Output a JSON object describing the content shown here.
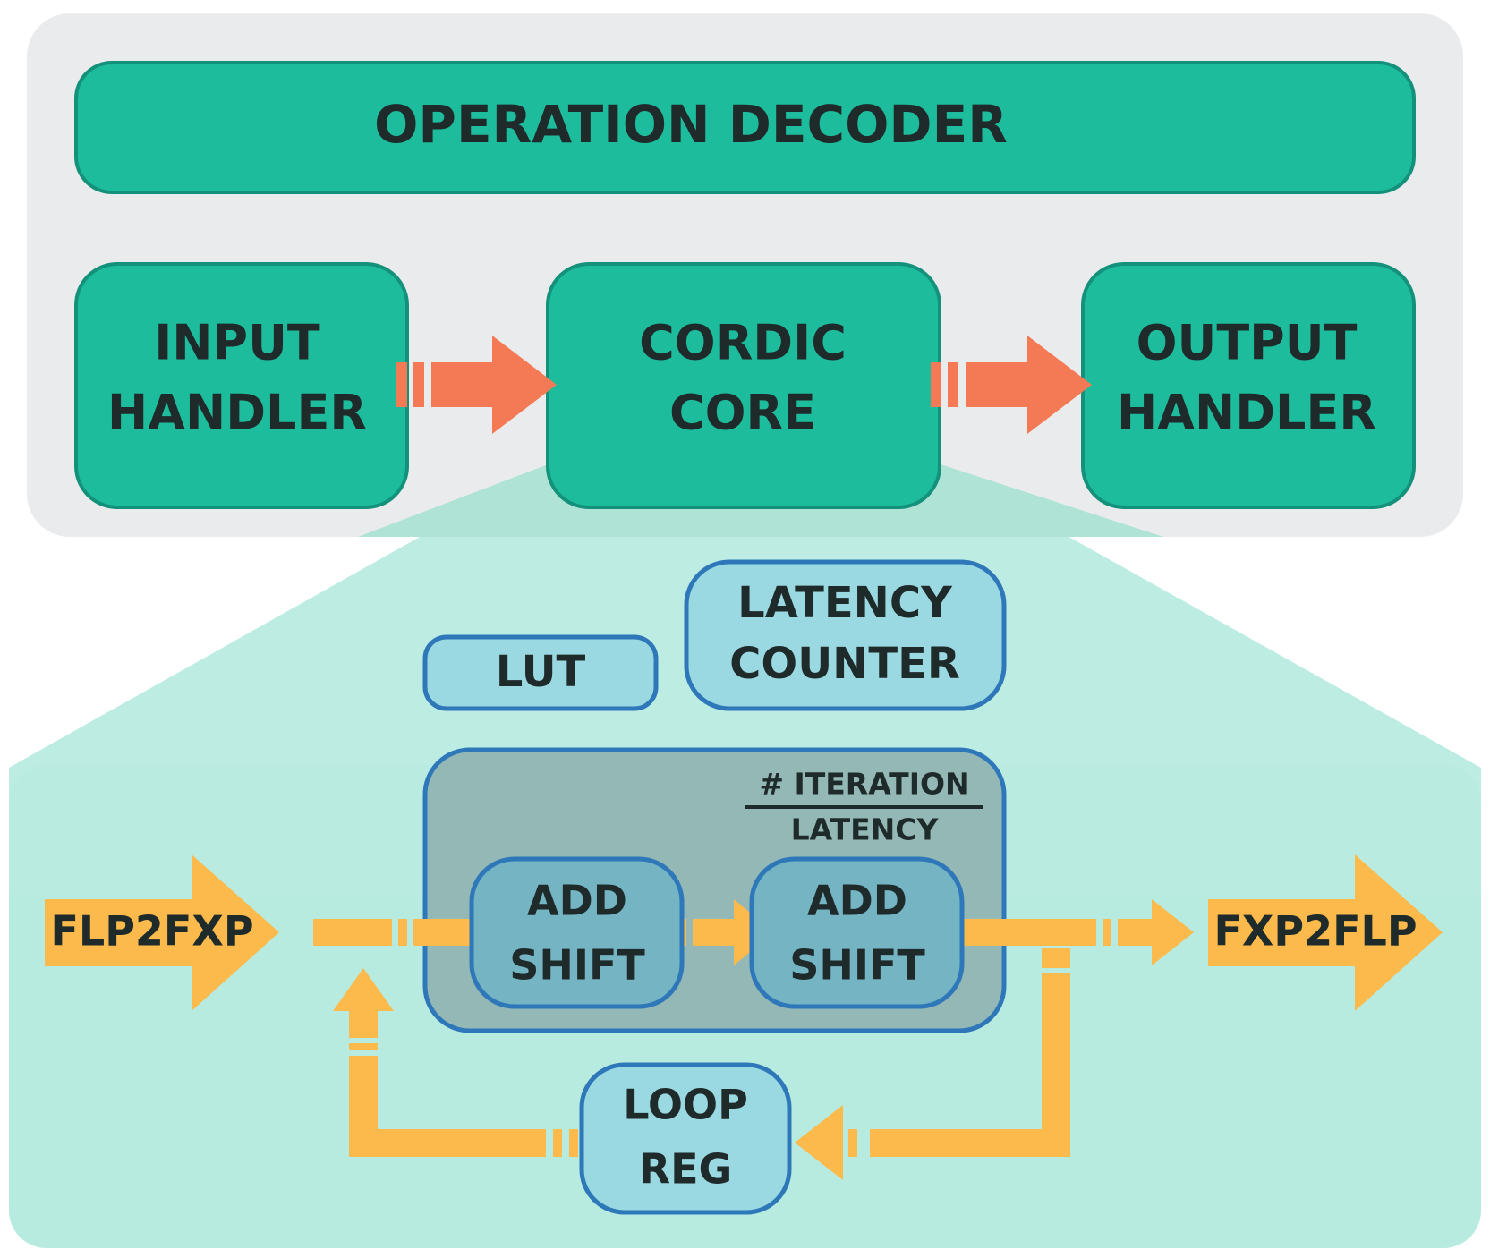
{
  "colors": {
    "top_panel": "#eaebec",
    "zoom_panel": "#b8ebe0",
    "zoom_wedge": "#aee3d6",
    "teal_block": "#1dbc9c",
    "teal_border": "#14917a",
    "light_blue_block": "#9ad9e2",
    "mid_blue_block": "#74b4c3",
    "loop_container": "#93b8b5",
    "blue_border": "#2e78b9",
    "red_arrow": "#f47a55",
    "yellow_arrow": "#fbba4b",
    "text": "#1f2a2a"
  },
  "top": {
    "decoder": "OPERATION DECODER",
    "input_handler": [
      "INPUT",
      "HANDLER"
    ],
    "cordic_core": [
      "CORDIC",
      "CORE"
    ],
    "output_handler": [
      "OUTPUT",
      "HANDLER"
    ]
  },
  "core": {
    "lut": "LUT",
    "latency_counter": [
      "LATENCY",
      "COUNTER"
    ],
    "iteration_ratio": {
      "numerator": "# ITERATION",
      "denominator": "LATENCY"
    },
    "add_shift_1": [
      "ADD",
      "SHIFT"
    ],
    "add_shift_2": [
      "ADD",
      "SHIFT"
    ],
    "flp2fxp": "FLP2FXP",
    "fxp2flp": "FXP2FLP",
    "loop_reg": [
      "LOOP",
      "REG"
    ]
  },
  "icons": {
    "flow_arrow": "right-arrow-icon",
    "feedback_arrow": "up-arrow-icon"
  }
}
